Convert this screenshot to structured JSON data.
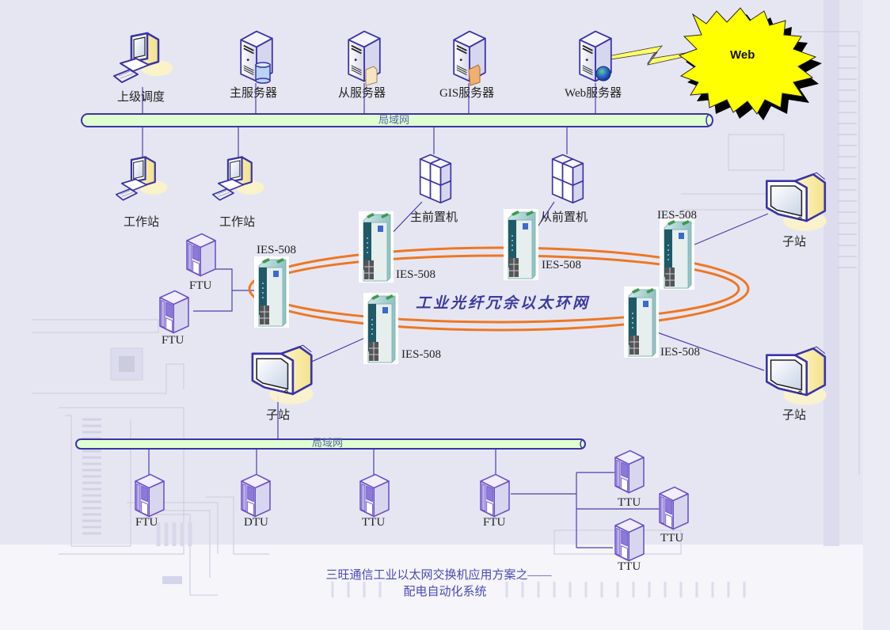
{
  "title": {
    "line1": "三旺通信工业以太网交换机应用方案之——",
    "line2": "配电自动化系统"
  },
  "ring": {
    "title": "工业光纤冗余以太环网",
    "color": "#ee7722"
  },
  "lan_top": {
    "label": "局域网"
  },
  "lan_bottom": {
    "label": "局域网"
  },
  "cloud": {
    "label": "Web",
    "color": "#ffff00"
  },
  "top_devices": [
    {
      "label": "上级调度",
      "icon": "computer-icon"
    },
    {
      "label": "主服务器",
      "icon": "database-server-icon"
    },
    {
      "label": "从服务器",
      "icon": "file-server-icon"
    },
    {
      "label": "GIS服务器",
      "icon": "gis-server-icon"
    },
    {
      "label": "Web服务器",
      "icon": "web-server-icon"
    }
  ],
  "workstations": [
    {
      "label": "工作站",
      "icon": "workstation-icon"
    },
    {
      "label": "工作站",
      "icon": "workstation-icon"
    }
  ],
  "front_end": [
    {
      "label": "主前置机",
      "icon": "server-rack-icon"
    },
    {
      "label": "从前置机",
      "icon": "server-rack-icon"
    }
  ],
  "switches": [
    {
      "label": "IES-508"
    },
    {
      "label": "IES-508"
    },
    {
      "label": "IES-508"
    },
    {
      "label": "IES-508"
    },
    {
      "label": "IES-508"
    },
    {
      "label": "IES-508"
    }
  ],
  "ftu_left": [
    {
      "label": "FTU"
    },
    {
      "label": "FTU"
    }
  ],
  "substations": [
    {
      "label": "子站"
    },
    {
      "label": "子站"
    },
    {
      "label": "子站"
    }
  ],
  "bottom_units": [
    {
      "label": "FTU"
    },
    {
      "label": "DTU"
    },
    {
      "label": "TTU"
    },
    {
      "label": "FTU"
    }
  ],
  "ttu_branch": [
    {
      "label": "TTU"
    },
    {
      "label": "TTU"
    },
    {
      "label": "TTU"
    }
  ],
  "colors": {
    "line": "#4a3fb0",
    "lan_fill": "#e0ffd0",
    "lan_stroke": "#3a35a8",
    "device_stroke": "#3a33a8"
  }
}
